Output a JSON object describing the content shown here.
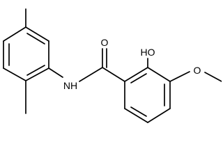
{
  "molecule": {
    "labels": {
      "carbonyl_oxygen": "O",
      "hydroxyl": "HO",
      "amide_nh": "NH",
      "ether_oxygen": "O"
    }
  }
}
